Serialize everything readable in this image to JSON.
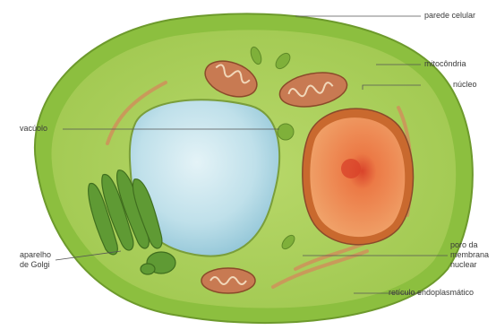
{
  "diagram": {
    "labels": {
      "cell_wall": "parede celular",
      "mitochondria": "mitocôndria",
      "nucleus": "núcleo",
      "vacuole": "vacúolo",
      "golgi_line1": "aparelho",
      "golgi_line2": "de Golgi",
      "nuclear_pore_line1": "poro da",
      "nuclear_pore_line2": "membrana",
      "nuclear_pore_line3": "nuclear",
      "er": "retículo endoplasmático"
    },
    "colors": {
      "cell_wall": "#8cbf3f",
      "cytoplasm": "#a9cf5a",
      "vacuole": "#bfe0ea",
      "nucleus": "#e8834a",
      "nucleolus": "#d9432a",
      "mitochondria": "#c87a52",
      "golgi": "#5f9a34",
      "er": "#c99a5a",
      "leader_line": "#555555"
    }
  }
}
